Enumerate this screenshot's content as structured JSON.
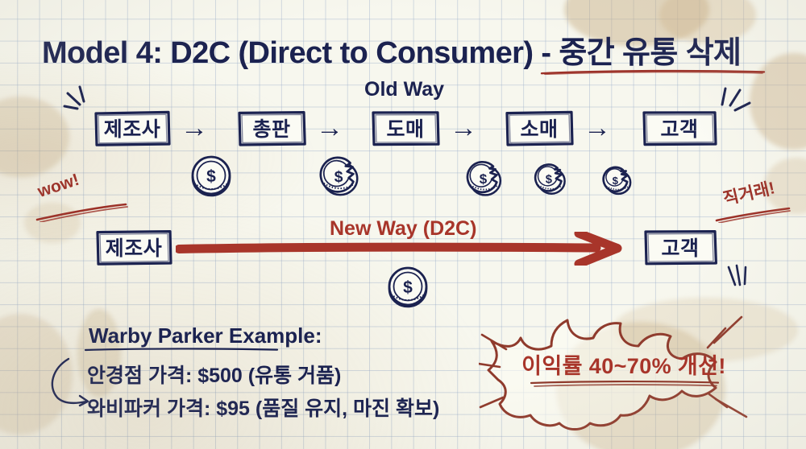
{
  "slide": {
    "title": "Model 4: D2C (Direct to Consumer) - 중간 유통 삭제",
    "background_color": "#f7f7ee",
    "grid_color": "#96aac8",
    "ink_color": "#1b2250",
    "accent_color": "#9c3128"
  },
  "old_way": {
    "label": "Old Way",
    "nodes": [
      {
        "label": "제조사",
        "name": "manufacturer"
      },
      {
        "label": "총판",
        "name": "distributor"
      },
      {
        "label": "도매",
        "name": "wholesaler"
      },
      {
        "label": "소매",
        "name": "retailer"
      },
      {
        "label": "고객",
        "name": "customer"
      }
    ],
    "arrow_glyph": "→",
    "coins": [
      {
        "name": "coin-full",
        "bite": 0
      },
      {
        "name": "coin-bitten-1",
        "bite": 1
      },
      {
        "name": "coin-bitten-2",
        "bite": 2
      },
      {
        "name": "coin-bitten-3",
        "bite": 3
      },
      {
        "name": "coin-bitten-4",
        "bite": 4
      }
    ],
    "coin_symbol": "$"
  },
  "new_way": {
    "label": "New Way (D2C)",
    "nodes": [
      {
        "label": "제조사",
        "name": "manufacturer"
      },
      {
        "label": "고객",
        "name": "customer"
      }
    ],
    "coin_symbol": "$"
  },
  "annotations": {
    "wow": "wow!",
    "direct_deal": "직거래!"
  },
  "example": {
    "heading": "Warby Parker Example:",
    "line_1": "안경점 가격: $500 (유통 거품)",
    "line_2": "와비파커 가격: $95 (품질 유지, 마진 확보)"
  },
  "badge": {
    "text": "이익률 40~70% 개선!"
  }
}
